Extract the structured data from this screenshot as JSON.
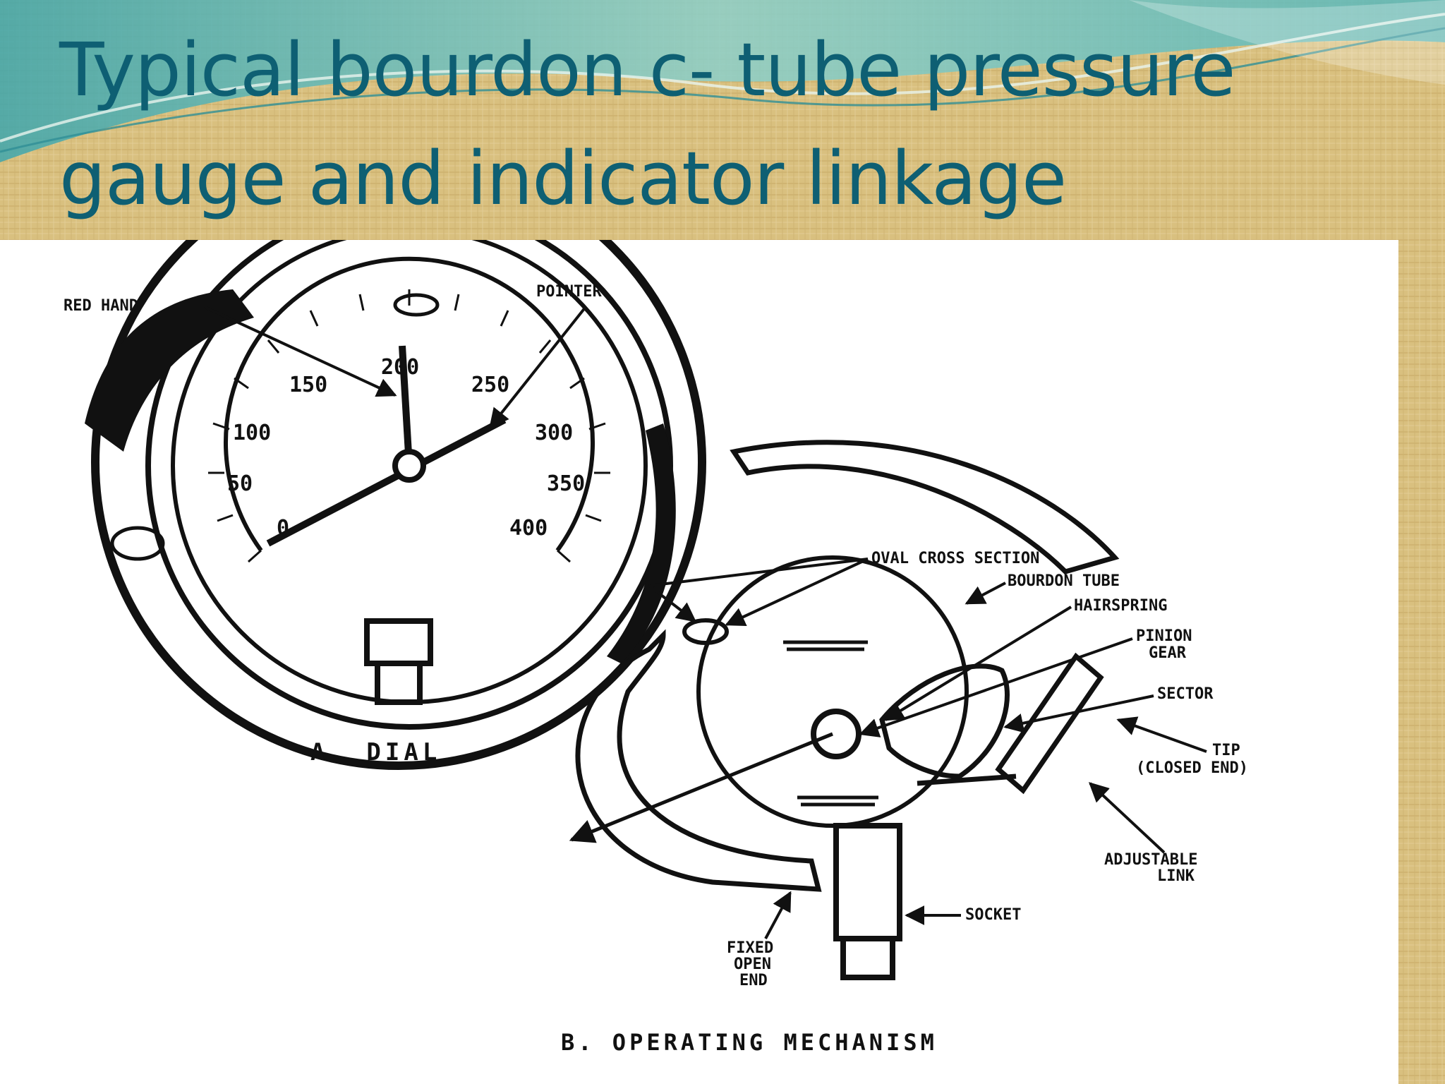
{
  "slide": {
    "title_line1": "Typical bourdon c- tube pressure",
    "title_line2": "gauge and indicator linkage"
  },
  "dial": {
    "scale": [
      "0",
      "50",
      "100",
      "150",
      "200",
      "250",
      "300",
      "350",
      "400"
    ],
    "labels": {
      "red_hand": "RED HAND",
      "pointer": "POINTER",
      "caption": "A. DIAL"
    }
  },
  "mechanism": {
    "labels": {
      "oval_cross_section": "OVAL CROSS SECTION",
      "bourdon_tube": "BOURDON TUBE",
      "hairspring": "HAIRSPRING",
      "pinion_gear_1": "PINION",
      "pinion_gear_2": "GEAR",
      "sector": "SECTOR",
      "tip_1": "TIP",
      "tip_2": "(CLOSED END)",
      "adjustable_link_1": "ADJUSTABLE",
      "adjustable_link_2": "LINK",
      "socket": "SOCKET",
      "fixed_open_end_1": "FIXED",
      "fixed_open_end_2": "OPEN",
      "fixed_open_end_3": "END",
      "caption": "B. OPERATING MECHANISM"
    }
  },
  "colors": {
    "title": "#0e5f73",
    "paper": "#d9c07f",
    "wave": "#4fb3b8"
  }
}
